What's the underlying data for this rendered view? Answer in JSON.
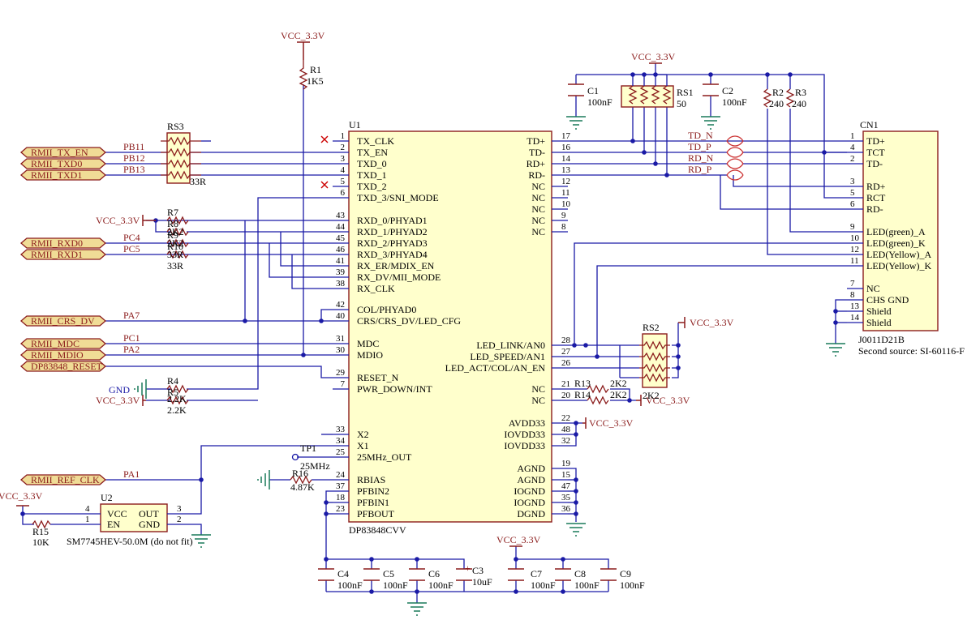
{
  "u1": {
    "ref": "U1",
    "part": "DP83848CVV",
    "left_pins": [
      {
        "num": "1",
        "name": "TX_CLK"
      },
      {
        "num": "2",
        "name": "TX_EN"
      },
      {
        "num": "3",
        "name": "TXD_0"
      },
      {
        "num": "4",
        "name": "TXD_1"
      },
      {
        "num": "5",
        "name": "TXD_2"
      },
      {
        "num": "6",
        "name": "TXD_3/SNI_MODE"
      },
      {
        "num": "43",
        "name": "RXD_0/PHYAD1"
      },
      {
        "num": "44",
        "name": "RXD_1/PHYAD2"
      },
      {
        "num": "45",
        "name": "RXD_2/PHYAD3"
      },
      {
        "num": "46",
        "name": "RXD_3/PHYAD4"
      },
      {
        "num": "41",
        "name": "RX_ER/MDIX_EN"
      },
      {
        "num": "39",
        "name": "RX_DV/MII_MODE"
      },
      {
        "num": "38",
        "name": "RX_CLK"
      },
      {
        "num": "42",
        "name": "COL/PHYAD0"
      },
      {
        "num": "40",
        "name": "CRS/CRS_DV/LED_CFG"
      },
      {
        "num": "31",
        "name": "MDC"
      },
      {
        "num": "30",
        "name": "MDIO"
      },
      {
        "num": "29",
        "name": "RESET_N"
      },
      {
        "num": "7",
        "name": "PWR_DOWN/INT"
      },
      {
        "num": "33",
        "name": "X2"
      },
      {
        "num": "34",
        "name": "X1"
      },
      {
        "num": "25",
        "name": "25MHz_OUT"
      },
      {
        "num": "24",
        "name": "RBIAS"
      },
      {
        "num": "37",
        "name": "PFBIN2"
      },
      {
        "num": "18",
        "name": "PFBIN1"
      },
      {
        "num": "23",
        "name": "PFBOUT"
      }
    ],
    "right_pins": [
      {
        "num": "17",
        "name": "TD+"
      },
      {
        "num": "16",
        "name": "TD-"
      },
      {
        "num": "14",
        "name": "RD+"
      },
      {
        "num": "13",
        "name": "RD-"
      },
      {
        "num": "12",
        "name": "NC"
      },
      {
        "num": "11",
        "name": "NC"
      },
      {
        "num": "10",
        "name": "NC"
      },
      {
        "num": "9",
        "name": "NC"
      },
      {
        "num": "8",
        "name": "NC"
      },
      {
        "num": "28",
        "name": "LED_LINK/AN0"
      },
      {
        "num": "27",
        "name": "LED_SPEED/AN1"
      },
      {
        "num": "26",
        "name": "LED_ACT/COL/AN_EN"
      },
      {
        "num": "21",
        "name": "NC"
      },
      {
        "num": "20",
        "name": "NC"
      },
      {
        "num": "22",
        "name": "AVDD33"
      },
      {
        "num": "48",
        "name": "IOVDD33"
      },
      {
        "num": "32",
        "name": "IOVDD33"
      },
      {
        "num": "19",
        "name": "AGND"
      },
      {
        "num": "15",
        "name": "AGND"
      },
      {
        "num": "47",
        "name": "IOGND"
      },
      {
        "num": "35",
        "name": "IOGND"
      },
      {
        "num": "36",
        "name": "DGND"
      }
    ]
  },
  "cn1": {
    "ref": "CN1",
    "part": "J0011D21B",
    "note": "Second source: SI-60116-F",
    "pins": [
      {
        "num": "1",
        "name": "TD+"
      },
      {
        "num": "4",
        "name": "TCT"
      },
      {
        "num": "2",
        "name": "TD-"
      },
      {
        "num": "3",
        "name": "RD+"
      },
      {
        "num": "5",
        "name": "RCT"
      },
      {
        "num": "6",
        "name": "RD-"
      },
      {
        "num": "9",
        "name": "LED(green)_A"
      },
      {
        "num": "10",
        "name": "LED(green)_K"
      },
      {
        "num": "12",
        "name": "LED(Yellow)_A"
      },
      {
        "num": "11",
        "name": "LED(Yellow)_K"
      },
      {
        "num": "7",
        "name": "NC"
      },
      {
        "num": "8",
        "name": "CHS GND"
      },
      {
        "num": "13",
        "name": "Shield"
      },
      {
        "num": "14",
        "name": "Shield"
      }
    ]
  },
  "u2": {
    "ref": "U2",
    "part": "SM7745HEV-50.0M (do not fit)",
    "pins": [
      {
        "num": "4",
        "name": "VCC"
      },
      {
        "num": "1",
        "name": "EN"
      },
      {
        "num": "3",
        "name": "OUT"
      },
      {
        "num": "2",
        "name": "GND"
      }
    ]
  },
  "ports": [
    "RMII_TX_EN",
    "RMII_TXD0",
    "RMII_TXD1",
    "RMII_RXD0",
    "RMII_RXD1",
    "RMII_CRS_DV",
    "RMII_MDC",
    "RMII_MDIO",
    "DP83848_RESET",
    "RMII_REF_CLK"
  ],
  "nets": {
    "pb11": "PB11",
    "pb12": "PB12",
    "pb13": "PB13",
    "pc4": "PC4",
    "pc5": "PC5",
    "pa7": "PA7",
    "pc1": "PC1",
    "pa2": "PA2",
    "pa1": "PA1",
    "td_n": "TD_N",
    "td_p": "TD_P",
    "rd_n": "RD_N",
    "rd_p": "RD_P"
  },
  "power": {
    "vcc": "VCC_3.3V",
    "gnd": "GND"
  },
  "parts": {
    "r1": {
      "ref": "R1",
      "value": "1K5"
    },
    "r2": {
      "ref": "R2",
      "value": "240"
    },
    "r3": {
      "ref": "R3",
      "value": "240"
    },
    "r4": {
      "ref": "R4",
      "value": "2.2K"
    },
    "r5": {
      "ref": "R5",
      "value": "2.2K"
    },
    "r7": {
      "ref": "R7",
      "value": "2K2"
    },
    "r8": {
      "ref": "R8",
      "value": "2K2"
    },
    "r9": {
      "ref": "R9",
      "value": "33R"
    },
    "r10": {
      "ref": "R10",
      "value": "33R"
    },
    "r13": {
      "ref": "R13",
      "value": "2K2"
    },
    "r14": {
      "ref": "R14",
      "value": "2K2"
    },
    "r15": {
      "ref": "R15",
      "value": "10K"
    },
    "r16": {
      "ref": "R16",
      "value": "4.87K"
    },
    "rs1": {
      "ref": "RS1",
      "value": "50"
    },
    "rs2": {
      "ref": "RS2",
      "value": "2K2"
    },
    "rs3": {
      "ref": "RS3",
      "value": "33R"
    },
    "tp1": {
      "ref": "TP1",
      "value": "25MHz"
    },
    "c1": {
      "ref": "C1",
      "value": "100nF"
    },
    "c2": {
      "ref": "C2",
      "value": "100nF"
    },
    "c3": {
      "ref": "C3",
      "value": "10uF"
    },
    "c4": {
      "ref": "C4",
      "value": "100nF"
    },
    "c5": {
      "ref": "C5",
      "value": "100nF"
    },
    "c6": {
      "ref": "C6",
      "value": "100nF"
    },
    "c7": {
      "ref": "C7",
      "value": "100nF"
    },
    "c8": {
      "ref": "C8",
      "value": "100nF"
    },
    "c9": {
      "ref": "C9",
      "value": "100nF"
    }
  },
  "colors": {
    "wire": "#1a1aa6",
    "component": "#8b1c1c",
    "body_fill": "#ffffcc",
    "port_fill": "#f0dc96",
    "ground": "#1a7a5a"
  }
}
